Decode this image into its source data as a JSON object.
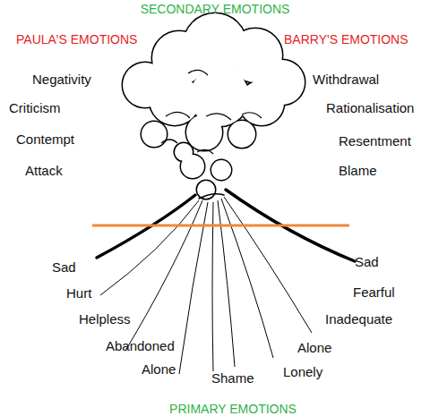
{
  "diagram": {
    "labels": [
      "SECONDARY EMOTIONS",
      "PAULA'S EMOTIONS",
      "BARRY'S EMOTIONS",
      "Negativity",
      "Withdrawal",
      "Criticism",
      "Rationalisation",
      "Contempt",
      "Resentment",
      "Attack",
      "Blame",
      "Sad",
      "Sad",
      "Hurt",
      "Fearful",
      "Helpless",
      "Inadequate",
      "Abandoned",
      "Alone",
      "Alone",
      "Shame",
      "Lonely",
      "PRIMARY EMOTIONS"
    ]
  }
}
